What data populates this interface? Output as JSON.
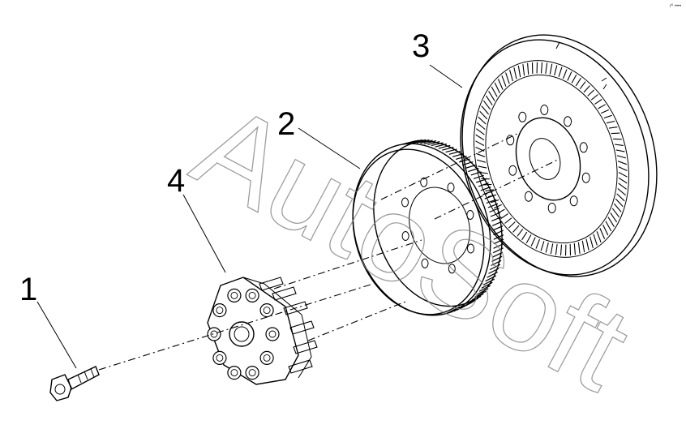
{
  "callouts": [
    {
      "id": "1",
      "label": "1"
    },
    {
      "id": "2",
      "label": "2"
    },
    {
      "id": "3",
      "label": "3"
    },
    {
      "id": "4",
      "label": "4"
    }
  ],
  "watermark": "AutoSoft",
  "corner_mark": "rº ••••",
  "parts": [
    "bolt",
    "coupling-hub",
    "pulley",
    "flywheel"
  ],
  "colors": {
    "line": "#000000",
    "watermark": "#7d7d7d",
    "background": "#ffffff"
  }
}
